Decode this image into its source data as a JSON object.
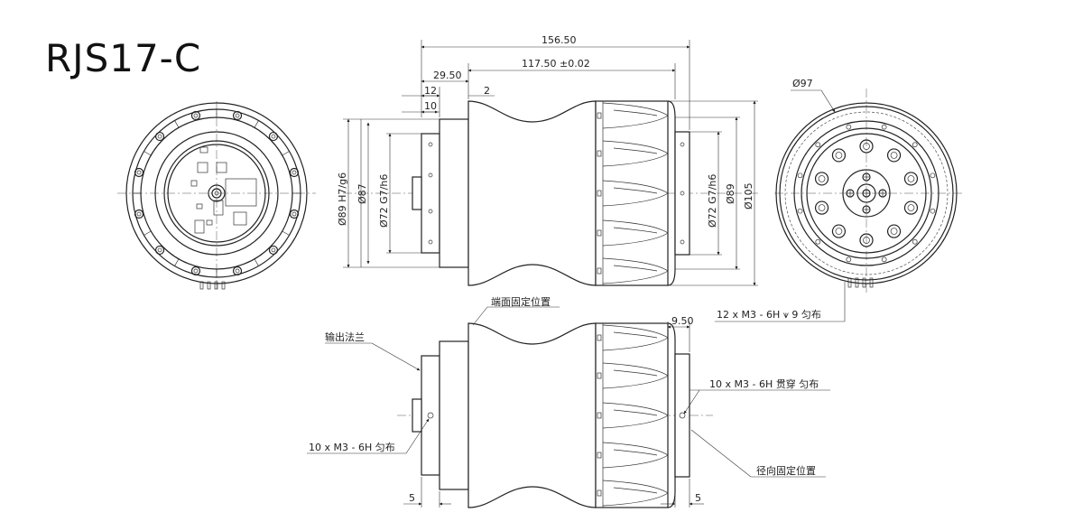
{
  "title": "RJS17-C",
  "dimensions": {
    "overall_length": "156.50",
    "body_length": "117.50 ±0.02",
    "flange_offset": "29.50",
    "d12": "12",
    "d2": "2",
    "d10": "10",
    "dia89_fit": "Ø89 H7/g6",
    "dia87": "Ø87",
    "dia72_left": "Ø72 G7/h6",
    "dia72_right": "Ø72 G7/h6",
    "dia89_right": "Ø89",
    "dia105": "Ø105",
    "dia97": "Ø97",
    "d9_50": "9.50",
    "d5_left": "5",
    "d5_right": "5"
  },
  "annotations": {
    "holes_12": "12 x M3 - 6H ⩛ 9 匀布",
    "end_fix": "端面固定位置",
    "output_flange": "输出法兰",
    "holes_10_through": "10 x M3 - 6H 贯穿 匀布",
    "holes_10_left": "10 x M3 - 6H 匀布",
    "radial_fix": "径向固定位置"
  }
}
